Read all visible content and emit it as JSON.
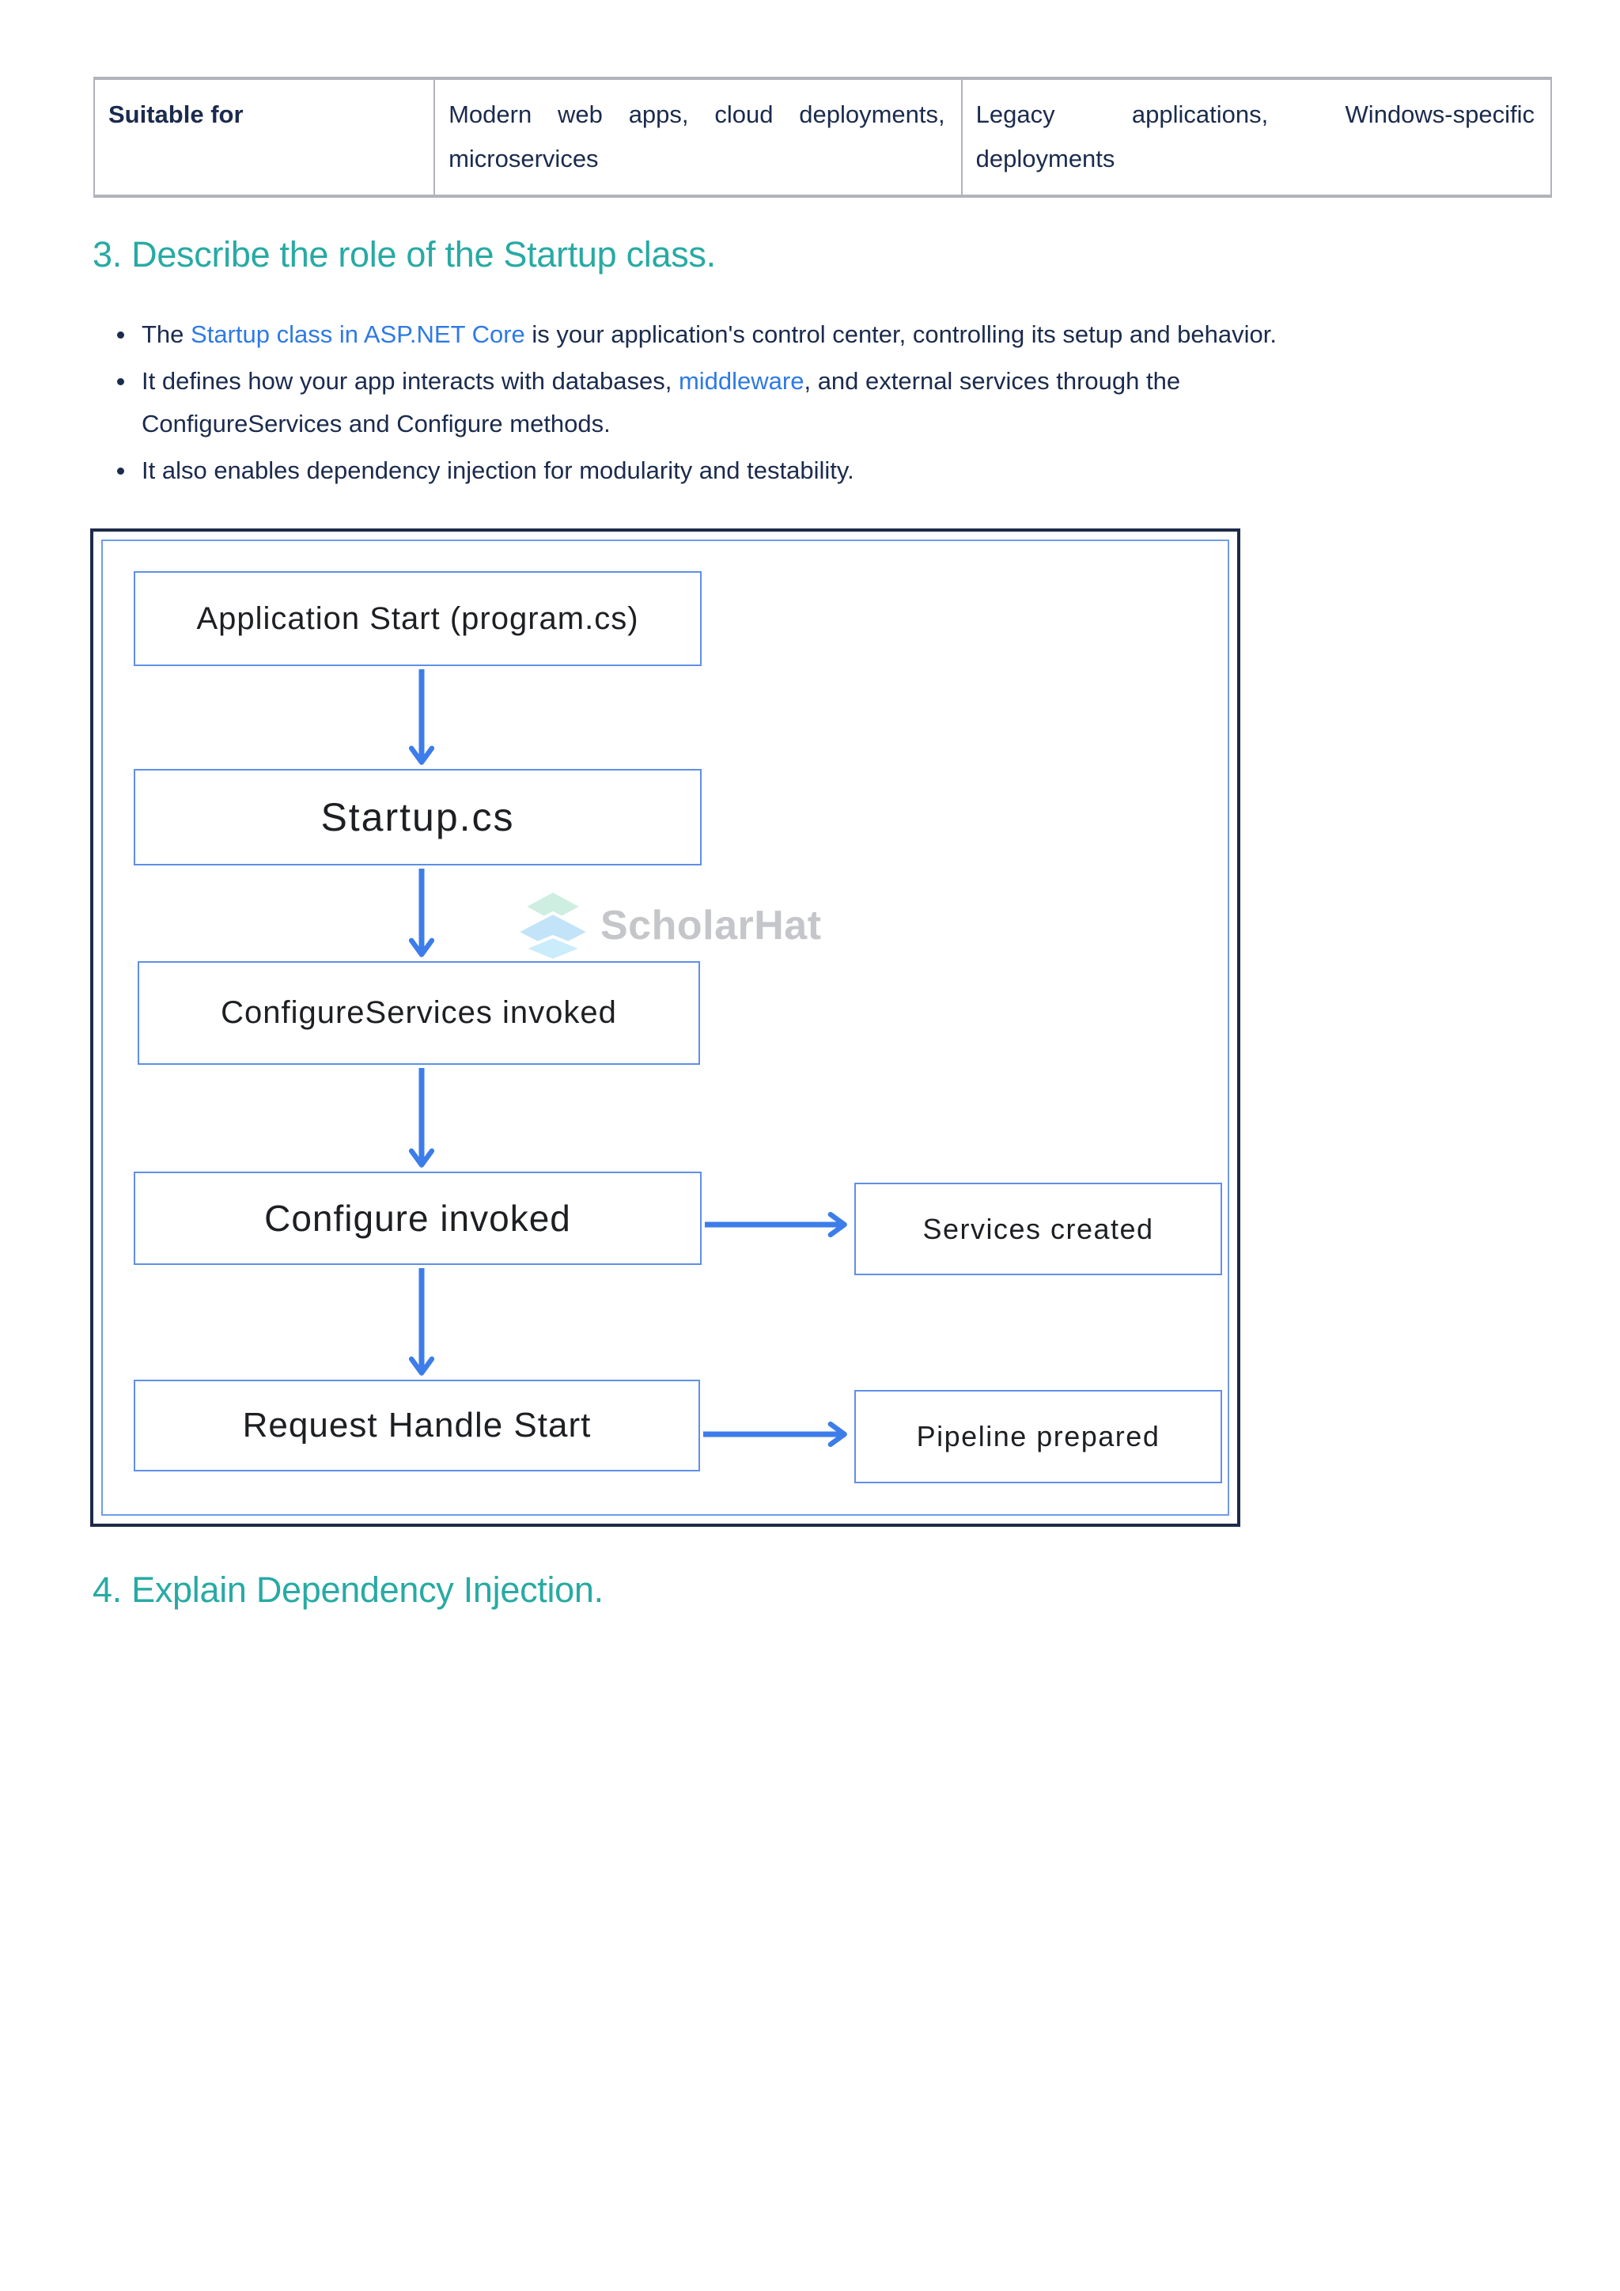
{
  "table": {
    "row": {
      "label": "Suitable for",
      "modern": "Modern web apps, cloud deployments, microservices",
      "legacy": "Legacy applications, Windows-specific deployments"
    }
  },
  "sections": {
    "q3_heading": "3. Describe the role of the Startup class.",
    "q4_heading": "4. Explain Dependency Injection."
  },
  "bullets": [
    {
      "parts": [
        {
          "text": "The ",
          "type": "plain"
        },
        {
          "text": "Startup class in ASP.NET Core",
          "type": "link"
        },
        {
          "text": " is your application's control center, controlling its setup and behavior.",
          "type": "plain"
        }
      ]
    },
    {
      "parts": [
        {
          "text": "It defines how your app interacts with databases, ",
          "type": "plain"
        },
        {
          "text": "middleware",
          "type": "link"
        },
        {
          "text": ", and external services through the\nConfigureServices and Configure methods.",
          "type": "plain"
        }
      ]
    },
    {
      "parts": [
        {
          "text": "It also enables dependency injection for modularity and testability.",
          "type": "plain"
        }
      ]
    }
  ],
  "diagram": {
    "nodes": [
      {
        "id": "app-start",
        "label": "Application Start (program.cs)"
      },
      {
        "id": "startup-cs",
        "label": "Startup.cs"
      },
      {
        "id": "configure-services",
        "label": "ConfigureServices invoked"
      },
      {
        "id": "configure",
        "label": "Configure invoked"
      },
      {
        "id": "services-created",
        "label": "Services created"
      },
      {
        "id": "request-handle",
        "label": "Request Handle Start"
      },
      {
        "id": "pipeline-prepared",
        "label": "Pipeline prepared"
      }
    ],
    "watermark": {
      "text": "ScholarHat"
    }
  },
  "colors": {
    "accent_teal": "#28aaa4",
    "link_blue": "#2e7ae5",
    "body_text": "#1b2b4d",
    "table_border": "#b0b4ba",
    "diagram_frame_dark": "#1d2b49",
    "diagram_frame_light": "#6f9ce9",
    "diagram_box_border": "#5f8fe8",
    "diagram_arrow": "#3d7de9",
    "diagram_text": "#1d1f23",
    "watermark_text": "#c2c4c8",
    "watermark_mint": "#cdeee1",
    "watermark_blue_mid": "#bfe2f8",
    "watermark_blue_low": "#c9ebfa"
  }
}
